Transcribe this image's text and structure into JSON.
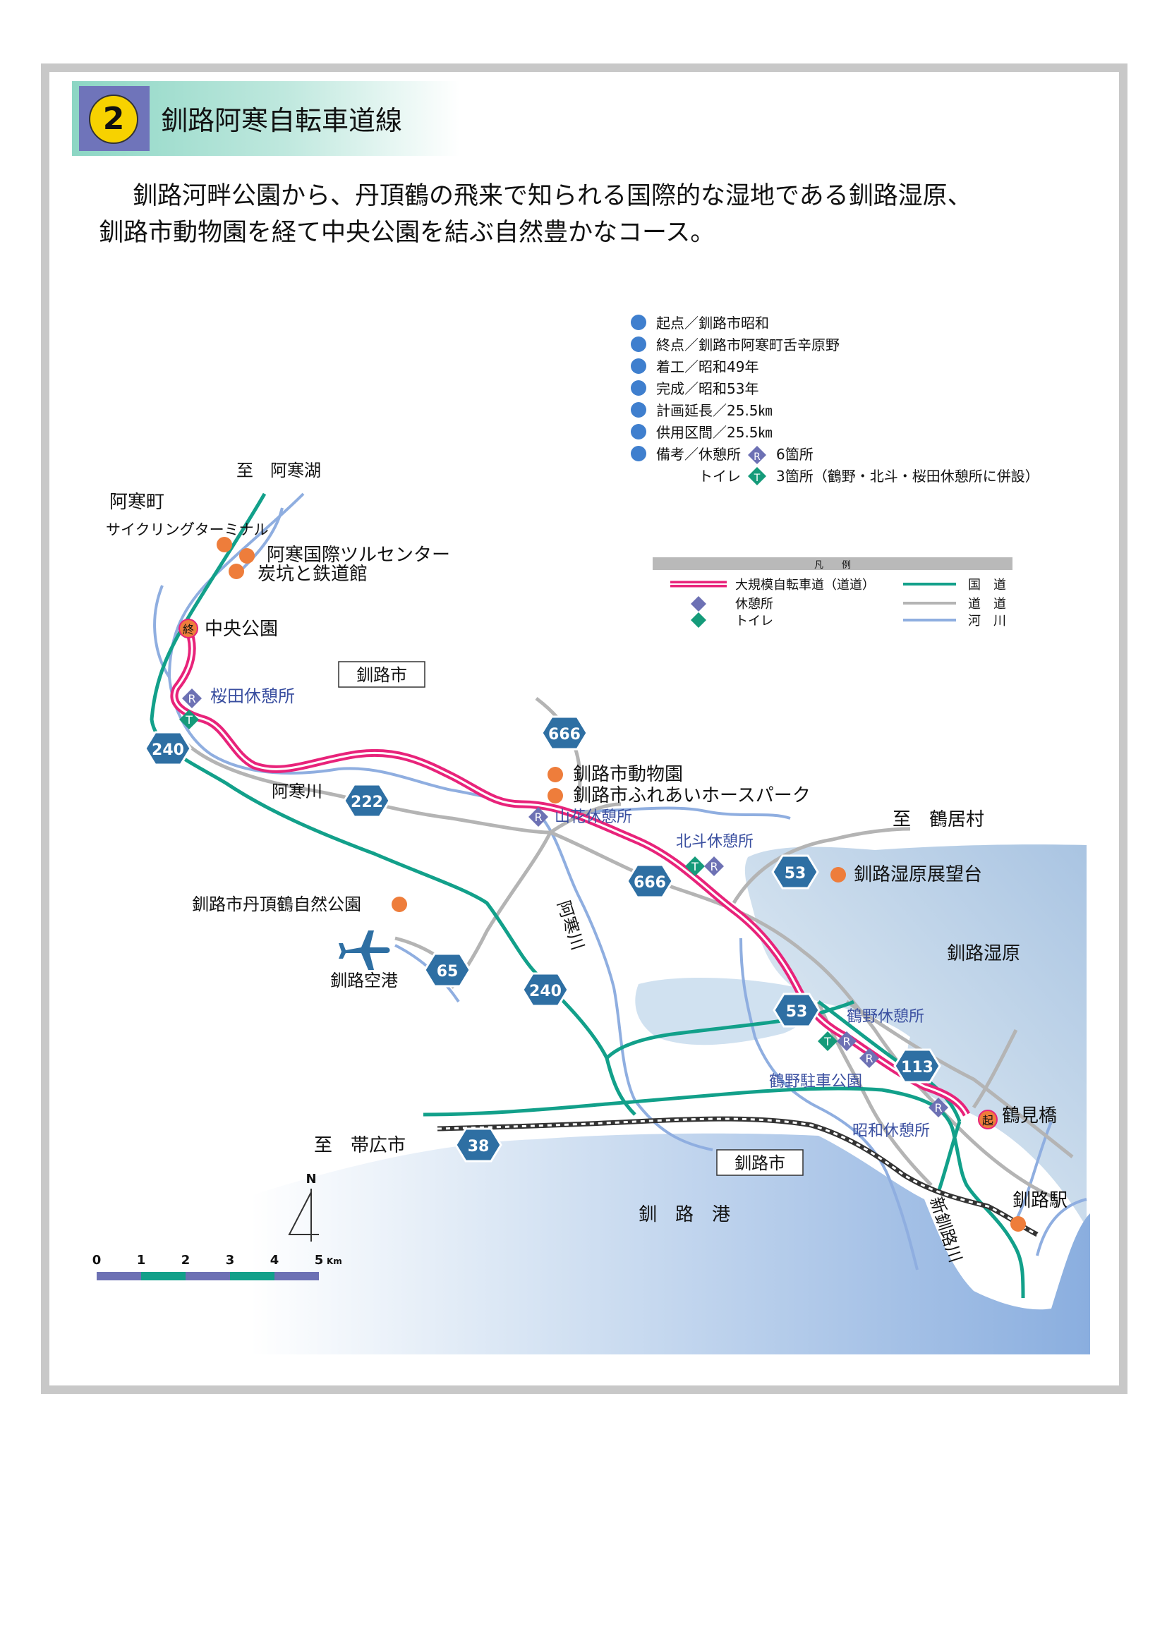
{
  "route": {
    "number": "2",
    "title": "釧路阿寒自転車道線"
  },
  "description": {
    "line1": "釧路河畔公園から、丹頂鶴の飛来で知られる国際的な湿地である釧路湿原、",
    "line2": "釧路市動物園を経て中央公園を結ぶ自然豊かなコース。"
  },
  "info": [
    "起点／釧路市昭和",
    "終点／釧路市阿寒町舌辛原野",
    "着工／昭和49年",
    "完成／昭和53年",
    "計画延長／25.5㎞",
    "供用区間／25.5㎞",
    "備考／休憩所"
  ],
  "info_rest_count": "6箇所",
  "info_toilet_label": "トイレ",
  "info_toilet_text": "3箇所（鶴野・北斗・桜田休憩所に併設）",
  "legend": {
    "title": "凡　　例",
    "items": {
      "cycle_road": "大規模自転車道（道道）",
      "rest": "休憩所",
      "toilet": "トイレ",
      "national_road": "国　道",
      "prefectural_road": "道　道",
      "river": "河　川"
    }
  },
  "places": {
    "to_akanko": "至　阿寒湖",
    "akan_town": "阿寒町",
    "cycling_terminal": "サイクリング゙ターミナル",
    "crane_center": "阿寒国際ツルセンター",
    "coal_museum": "炭坑と鉄道館",
    "chuo_park": "中央公園",
    "city_label_1": "釧路市",
    "sakurada_rest": "桜田休憩所",
    "akan_river_1": "阿寒川",
    "zoo": "釧路市動物園",
    "horse_park": "釧路市ふれあいホースパーク",
    "yamahana_rest": "山花休憩所",
    "to_tsurui": "至　鶴居村",
    "hokuto_rest": "北斗休憩所",
    "observatory": "釧路湿原展望台",
    "crane_park": "釧路市丹頂鶴自然公園",
    "airport": "釧路空港",
    "akan_river_2": "阿寒川",
    "marsh": "釧路湿原",
    "tsuruno_rest": "鶴野休憩所",
    "tsuruno_parking": "鶴野駐車公園",
    "tsurumi_bridge": "鶴見橋",
    "showa_rest": "昭和休憩所",
    "to_obihiro": "至　帯広市",
    "city_label_2": "釧路市",
    "port": "釧　路　港",
    "shin_kushiro_river": "新釧路川",
    "kushiro_station": "釧路駅"
  },
  "markers": {
    "start": "起",
    "end": "終",
    "rest": "R",
    "toilet": "T"
  },
  "roads": [
    "240",
    "222",
    "666",
    "666",
    "53",
    "53",
    "65",
    "240",
    "113",
    "38"
  ],
  "compass": {
    "north": "N"
  },
  "scale": {
    "ticks": [
      "0",
      "1",
      "2",
      "3",
      "4",
      "5"
    ],
    "unit": "Km"
  },
  "colors": {
    "cycle_road": "#e8237a",
    "national_road": "#12a08a",
    "prefectural_road": "#b4b4b4",
    "river": "#8faee0",
    "road_shield": "#2e6fa3",
    "info_dot": "#3f7fce",
    "facility": "#ee7d3b",
    "rest_marker": "#6d71b4",
    "toilet_marker": "#159b7a"
  }
}
